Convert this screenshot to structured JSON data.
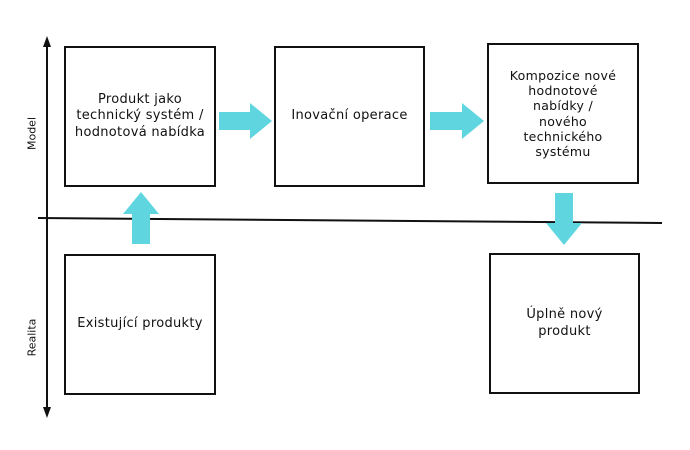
{
  "diagram": {
    "axis_labels": {
      "top": "Model",
      "bottom": "Realita"
    },
    "nodes": {
      "product_system": "Produkt jako\ntechnický systém /\nhodnotová nabídka",
      "innovation_ops": "Inovační operace",
      "composition": "Kompozice nové\nhodnotové\nnabídky /\nnového\ntechnického\nsystému",
      "existing_products": "Existující produkty",
      "new_product": "Úplně nový\nprodukt"
    },
    "edges": [
      {
        "from": "existing_products",
        "to": "product_system"
      },
      {
        "from": "product_system",
        "to": "innovation_ops"
      },
      {
        "from": "innovation_ops",
        "to": "composition"
      },
      {
        "from": "composition",
        "to": "new_product"
      }
    ],
    "colors": {
      "arrow": "#5fd6df",
      "line": "#111111",
      "box_border": "#111111"
    }
  }
}
